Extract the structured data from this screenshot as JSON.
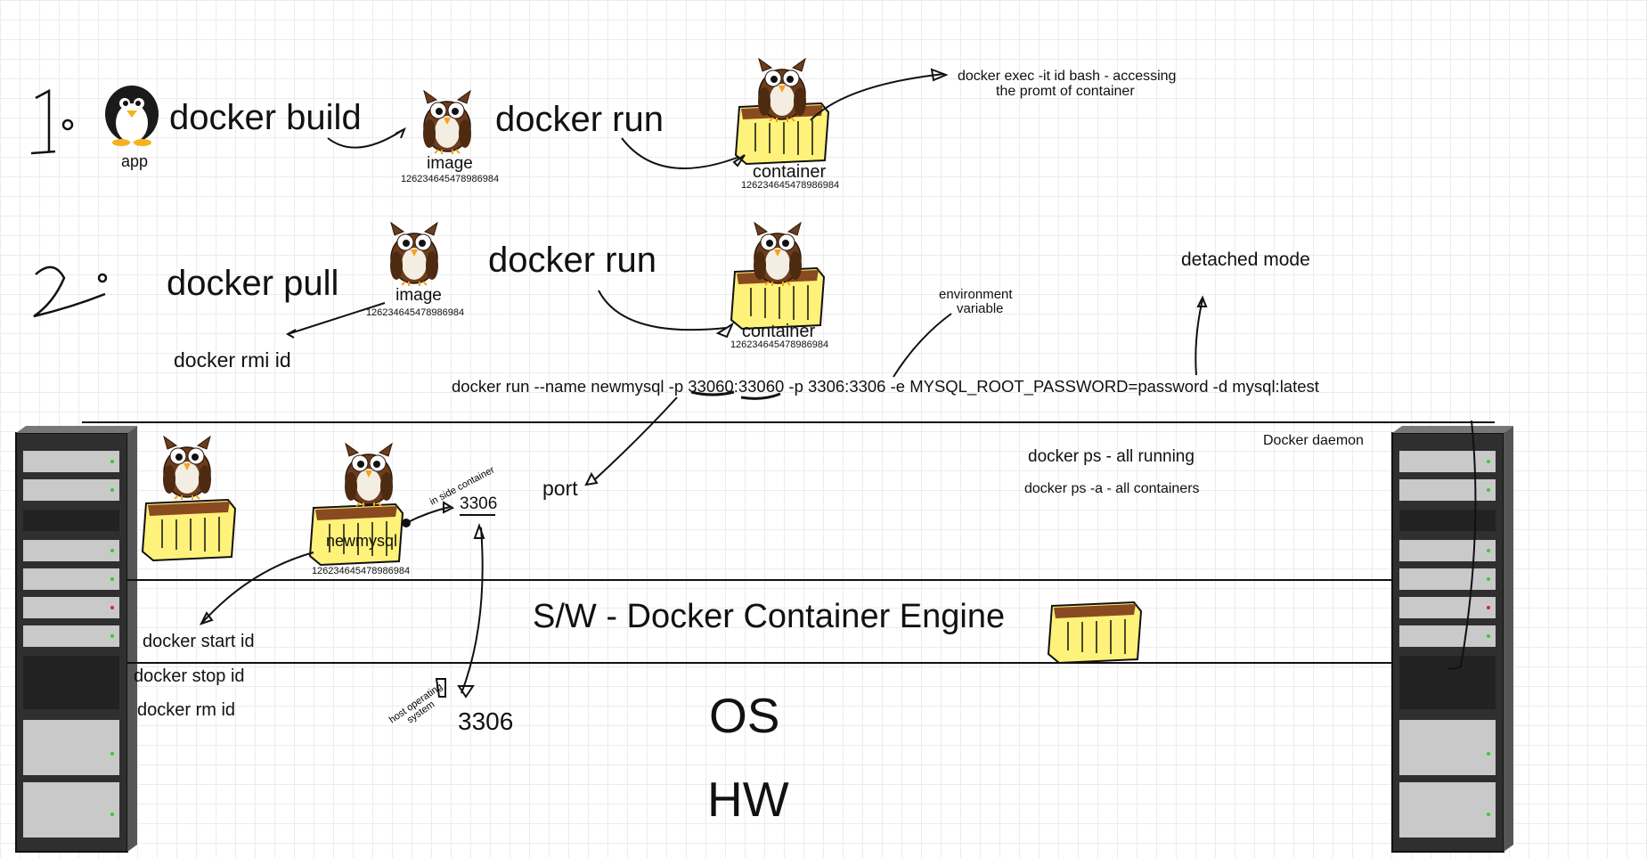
{
  "step1": {
    "number": "1",
    "app_label": "app",
    "build_cmd": "docker build",
    "image_label": "image",
    "image_id": "126234645478986984",
    "run_cmd": "docker run",
    "container_label": "container",
    "container_id": "126234645478986984",
    "exec_note_line1": "docker exec -it id bash - accessing",
    "exec_note_line2": "the promt of container"
  },
  "step2": {
    "number": "2",
    "pull_cmd": "docker pull",
    "image_label": "image",
    "image_id": "126234645478986984",
    "run_cmd": "docker run",
    "container_label": "container",
    "container_id": "126234645478986984",
    "rmi_cmd": "docker rmi id",
    "env_note_line1": "environment",
    "env_note_line2": "variable",
    "detached_note": "detached mode"
  },
  "run_command": "docker run --name newmysql -p 33060:33060 -p 3306:3306 -e MYSQL_ROOT_PASSWORD=password -d mysql:latest",
  "lower": {
    "port_label": "port",
    "container_name": "newmysql",
    "container_id": "126234645478986984",
    "inside_container_note": "in side container",
    "inside_port": "3306",
    "host_note_line1": "host operating",
    "host_note_line2": "system",
    "host_port": "3306",
    "daemon_label": "Docker daemon",
    "ps_running": "docker ps - all running",
    "ps_all": "docker ps -a - all containers",
    "start_cmd": "docker start id",
    "stop_cmd": "docker stop id",
    "rm_cmd": "docker rm id",
    "engine_label": "S/W - Docker Container Engine",
    "os_label": "OS",
    "hw_label": "HW"
  },
  "colors": {
    "owl_body": "#6b3d1c",
    "box_yellow": "#fff27a",
    "server_dark": "#3a3a3a"
  }
}
